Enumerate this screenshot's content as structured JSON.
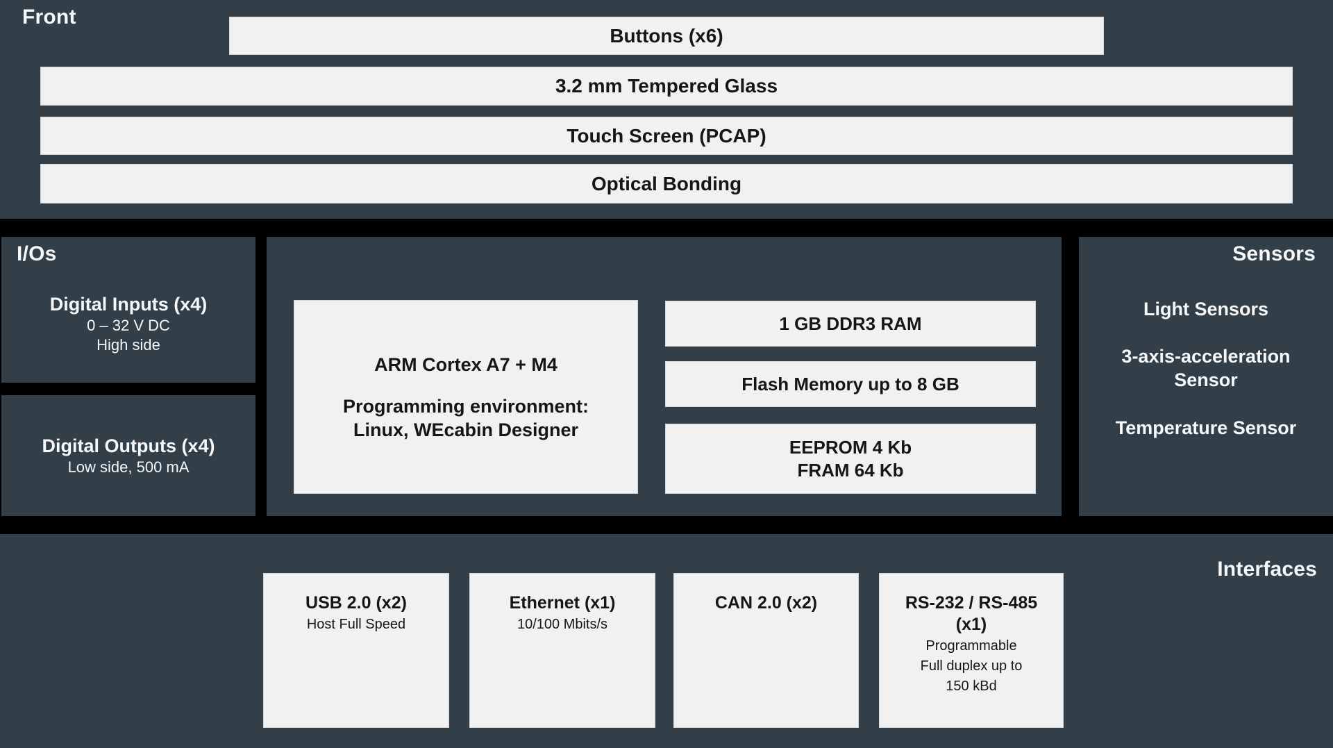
{
  "front": {
    "label": "Front",
    "layers": [
      "Buttons (x6)",
      "3.2 mm Tempered Glass",
      "Touch Screen (PCAP)",
      "Optical Bonding"
    ]
  },
  "ios": {
    "label": "I/Os",
    "digital_inputs": {
      "title": "Digital Inputs (x4)",
      "line1": "0 – 32 V DC",
      "line2": "High side"
    },
    "digital_outputs": {
      "title": "Digital Outputs (x4)",
      "line1": "Low side, 500 mA"
    }
  },
  "core": {
    "cpu": {
      "title": "ARM Cortex A7 + M4",
      "env_label": "Programming environment:",
      "env_value": "Linux, WEcabin Designer"
    },
    "ram": "1 GB DDR3 RAM",
    "flash": "Flash Memory up to 8 GB",
    "eeprom_line1": "EEPROM 4 Kb",
    "eeprom_line2": "FRAM 64 Kb"
  },
  "sensors": {
    "label": "Sensors",
    "items": [
      "Light Sensors",
      "3-axis-acceleration Sensor",
      "Temperature Sensor"
    ]
  },
  "interfaces": {
    "label": "Interfaces",
    "boxes": [
      {
        "title_lines": [
          "USB 2.0 (x2)"
        ],
        "subs": [
          "Host Full Speed"
        ]
      },
      {
        "title_lines": [
          "Ethernet (x1)"
        ],
        "subs": [
          "10/100 Mbits/s"
        ]
      },
      {
        "title_lines": [
          "CAN 2.0 (x2)"
        ],
        "subs": []
      },
      {
        "title_lines": [
          "RS-232 / RS-485",
          "(x1)"
        ],
        "subs": [
          "Programmable",
          "Full duplex up to",
          "150 kBd"
        ]
      }
    ]
  },
  "colors": {
    "background_gap": "#000000",
    "panel": "#323E48",
    "box_fill": "#F1F1F1",
    "box_border": "#D3D7D9",
    "text_dark": "#161616",
    "text_light": "#F5F7F8"
  }
}
